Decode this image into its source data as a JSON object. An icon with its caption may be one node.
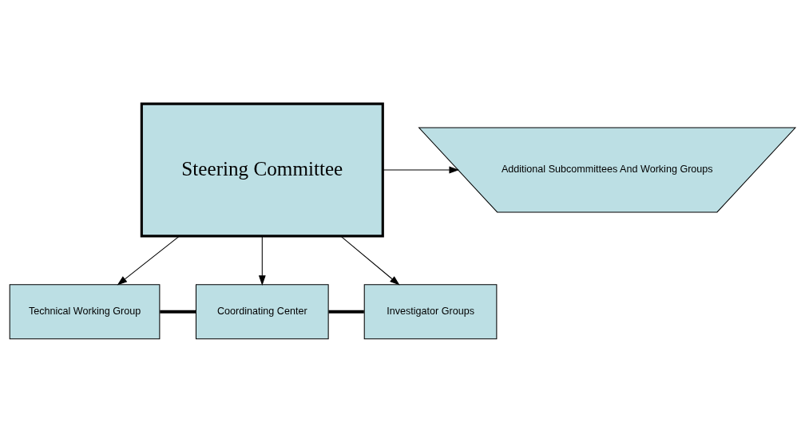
{
  "diagram": {
    "nodes": [
      {
        "text": [
          "Steering Committee"
        ]
      },
      {
        "text": [
          "Additional Subcommittees And Working Groups"
        ]
      },
      {
        "text": [
          "Technical Working Group"
        ]
      },
      {
        "text": [
          "Coordinating Center"
        ]
      },
      {
        "text": [
          "Investigator Groups"
        ]
      }
    ],
    "edges": [
      {
        "from": 0,
        "to": 1,
        "arrow": "to"
      },
      {
        "from": 0,
        "to": 2,
        "arrow": "to"
      },
      {
        "from": 0,
        "to": 3,
        "arrow": "to"
      },
      {
        "from": 0,
        "to": 4,
        "arrow": "to"
      },
      {
        "from": 2,
        "to": 3,
        "arrow": "none",
        "style": "thick"
      },
      {
        "from": 3,
        "to": 4,
        "arrow": "none",
        "style": "thick"
      }
    ]
  }
}
